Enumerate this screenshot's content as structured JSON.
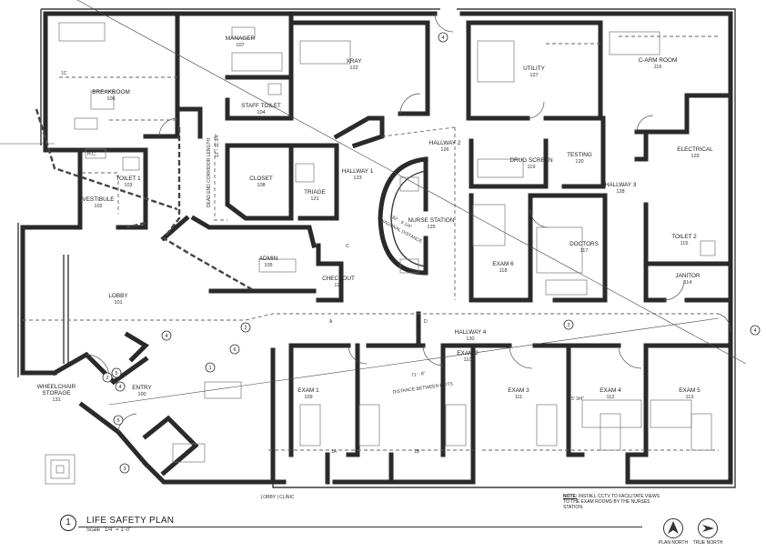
{
  "rooms": [
    {
      "id": "breakroom",
      "name": "BREAKROOM",
      "number": "106"
    },
    {
      "id": "manager",
      "name": "MANAGER",
      "number": "107"
    },
    {
      "id": "staff-toilet",
      "name": "STAFF TOILET",
      "number": "104"
    },
    {
      "id": "xray",
      "name": "XRAY",
      "number": "122"
    },
    {
      "id": "utility",
      "name": "UTILITY",
      "number": "127"
    },
    {
      "id": "c-arm-room",
      "name": "C-ARM ROOM",
      "number": "116"
    },
    {
      "id": "toilet-1",
      "name": "TOILET 1",
      "number": "103"
    },
    {
      "id": "vestibule",
      "name": "VESTIBULE",
      "number": "102"
    },
    {
      "id": "closet",
      "name": "CLOSET",
      "number": "108"
    },
    {
      "id": "triage",
      "name": "TRIAGE",
      "number": "121"
    },
    {
      "id": "hallway-1",
      "name": "HALLWAY 1",
      "number": "123"
    },
    {
      "id": "hallway-2",
      "name": "HALLWAY 2",
      "number": "126"
    },
    {
      "id": "drug-screen",
      "name": "DRUG SCREEN",
      "number": "119"
    },
    {
      "id": "testing",
      "name": "TESTING",
      "number": "120"
    },
    {
      "id": "electrical",
      "name": "ELECTRICAL",
      "number": "129"
    },
    {
      "id": "hallway-3",
      "name": "HALLWAY 3",
      "number": "128"
    },
    {
      "id": "nurse-station",
      "name": "NURSE STATION",
      "number": "125"
    },
    {
      "id": "exam-6",
      "name": "EXAM 6",
      "number": "118"
    },
    {
      "id": "doctors",
      "name": "DOCTORS",
      "number": "117"
    },
    {
      "id": "toilet-2",
      "name": "TOILET 2",
      "number": "115"
    },
    {
      "id": "janitor",
      "name": "JANITOR",
      "number": "114"
    },
    {
      "id": "admin",
      "name": "ADMIN",
      "number": "105"
    },
    {
      "id": "checkout",
      "name": "CHECKOUT",
      "number": "124"
    },
    {
      "id": "lobby",
      "name": "LOBBY",
      "number": "101"
    },
    {
      "id": "hallway-4",
      "name": "HALLWAY 4",
      "number": "130"
    },
    {
      "id": "exam-2",
      "name": "EXAM 2",
      "number": "110"
    },
    {
      "id": "wheelchair-storage",
      "name": "WHEELCHAIR STORAGE",
      "number": "131"
    },
    {
      "id": "entry",
      "name": "ENTRY",
      "number": "100"
    },
    {
      "id": "exam-1",
      "name": "EXAM 1",
      "number": "109"
    },
    {
      "id": "exam-3",
      "name": "EXAM 3",
      "number": "111"
    },
    {
      "id": "exam-4",
      "name": "EXAM 4",
      "number": "112"
    },
    {
      "id": "exam-5",
      "name": "EXAM 5",
      "number": "113"
    }
  ],
  "annotations": {
    "dead_end": "DEAD END CORRIDOR LENGTH",
    "dead_end_dim": "13' - 11 3/4\"",
    "diagonal_dim": "182' - 6 1/4\"",
    "diagonal_label": "DIAGONAL DISTANCE",
    "exits_dim": "71' - 8\"",
    "exits_label": "DISTANCE BETWEEN EXITS",
    "hc": "H.C.",
    "lobby_clinic": "LOBBY | CLINIC",
    "dim_small": "5' 3/4\""
  },
  "grid_marks": [
    "1C",
    "1A",
    "1B",
    "C",
    "A",
    "D"
  ],
  "callouts": [
    "1",
    "2",
    "2",
    "2",
    "3",
    "4",
    "4",
    "4",
    "4",
    "5",
    "5",
    "6"
  ],
  "note": {
    "heading": "NOTE:",
    "text": "INSTALL CCTV TO FACILITATE VIEWS TO THE EXAM ROOMS BY THE NURSES STATION."
  },
  "title_block": {
    "number": "1",
    "title": "LIFE SAFETY PLAN",
    "scale_label": "Scale",
    "scale_value": "1/4\" = 1'-0\""
  },
  "north_arrows": {
    "plan": "PLAN NORTH",
    "true": "TRUE NORTH"
  }
}
